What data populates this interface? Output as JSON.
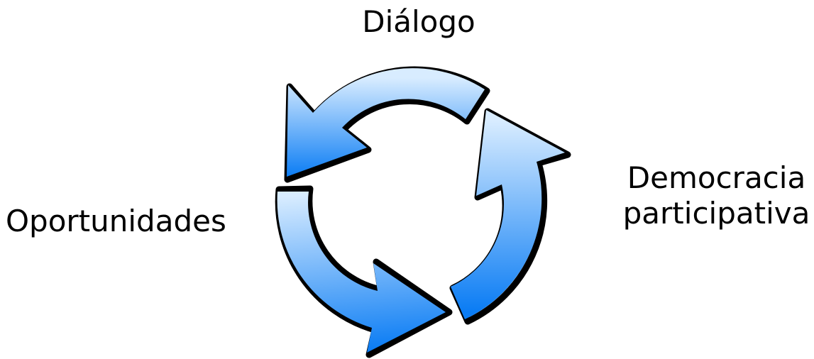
{
  "diagram": {
    "top_label": "Diálogo",
    "left_label": "Oportunidades",
    "right_label_lines": [
      "Democracia",
      "participativa"
    ]
  },
  "colors": {
    "arrow_light": "#d8ecff",
    "arrow_dark": "#0a7cf4",
    "outline": "#000000",
    "text": "#000000"
  }
}
